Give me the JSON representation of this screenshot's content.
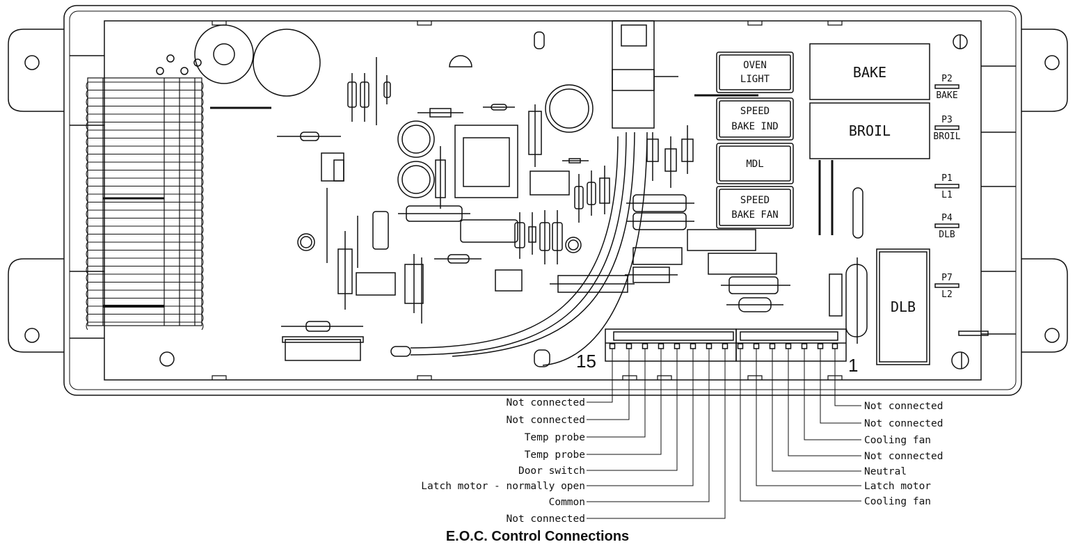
{
  "title": "E.O.C. Control Connections",
  "relays": {
    "oven_light": [
      "OVEN",
      "LIGHT"
    ],
    "speed_bake_ind": [
      "SPEED",
      "BAKE IND"
    ],
    "mdl": [
      "MDL"
    ],
    "speed_bake_fan": [
      "SPEED",
      "BAKE FAN"
    ],
    "bake": "BAKE",
    "broil": "BROIL",
    "dlb": "DLB"
  },
  "terminals": [
    {
      "id": "P2",
      "name": "BAKE"
    },
    {
      "id": "P3",
      "name": "BROIL"
    },
    {
      "id": "P1",
      "name": "L1"
    },
    {
      "id": "P4",
      "name": "DLB"
    },
    {
      "id": "P7",
      "name": "L2"
    }
  ],
  "connector": {
    "first_pin": "15",
    "last_pin": "1",
    "left_labels": [
      "Not connected",
      "Not connected",
      "Temp probe",
      "Temp probe",
      "Door switch",
      "Latch motor - normally open",
      "Common",
      "Not connected"
    ],
    "right_labels": [
      "Not connected",
      "Not connected",
      "Cooling fan",
      "Not connected",
      "Neutral",
      "Latch motor",
      "Cooling fan"
    ]
  }
}
